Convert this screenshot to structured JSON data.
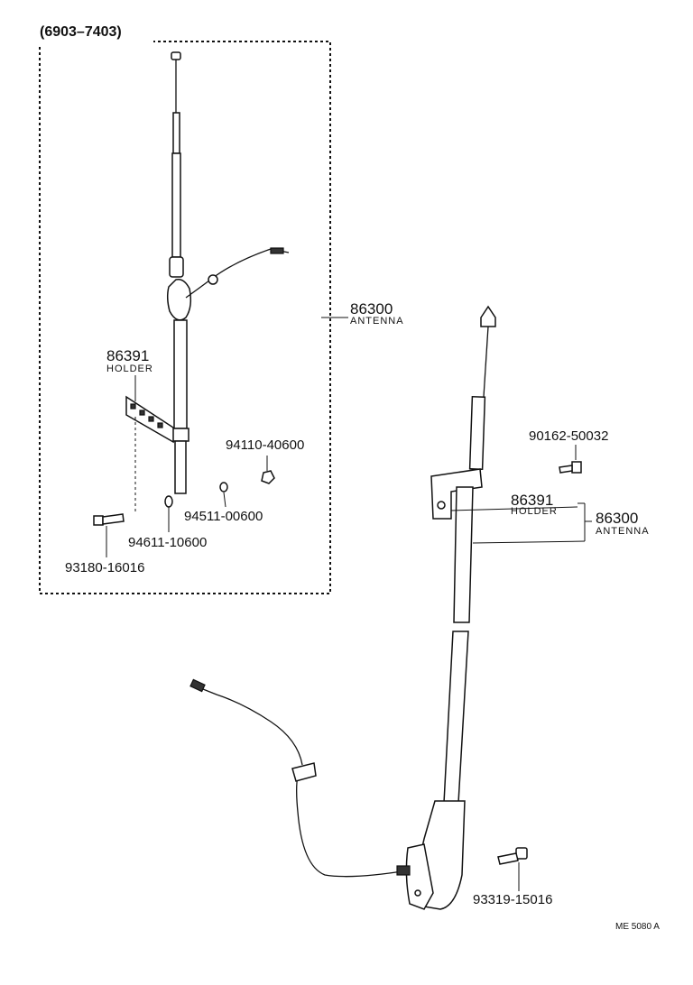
{
  "inset": {
    "range_label": "(6903–7403)",
    "antenna": {
      "part_no": "86300",
      "name": "ANTENNA"
    },
    "holder": {
      "part_no": "86391",
      "name": "HOLDER"
    },
    "nut": {
      "part_no": "94110-40600"
    },
    "washer_a": {
      "part_no": "94511-00600"
    },
    "washer_b": {
      "part_no": "94611-10600"
    },
    "bolt": {
      "part_no": "93180-16016"
    }
  },
  "main": {
    "screw": {
      "part_no": "90162-50032"
    },
    "holder": {
      "part_no": "86391",
      "name": "HOLDER"
    },
    "antenna": {
      "part_no": "86300",
      "name": "ANTENNA"
    },
    "bolt": {
      "part_no": "93319-15016"
    }
  },
  "ref_code": "ME 5080 A"
}
